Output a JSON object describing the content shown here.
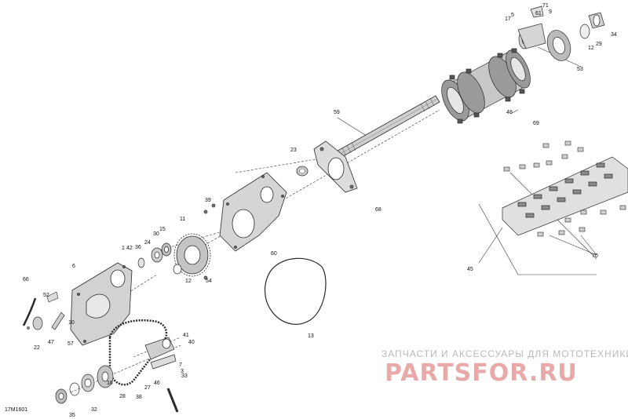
{
  "diagram_code": "17M1601",
  "watermark": {
    "line1": "ЗАПЧАСТИ И АКСЕССУАРЫ ДЛЯ МОТОТЕХНИКИ",
    "brand": "PARTSFOR.RU"
  },
  "callouts": [
    "1",
    "3",
    "5",
    "6",
    "7",
    "9",
    "10",
    "11",
    "12",
    "12",
    "13",
    "15",
    "16",
    "17",
    "22",
    "23",
    "24",
    "27",
    "28",
    "29",
    "30",
    "32",
    "33",
    "34",
    "35",
    "36",
    "38",
    "39",
    "40",
    "41",
    "42",
    "45",
    "46",
    "47",
    "48",
    "52",
    "53",
    "54",
    "57",
    "59",
    "60",
    "61",
    "66",
    "68",
    "69",
    "70",
    "71"
  ],
  "colors": {
    "line": "#2a2a2a",
    "part_fill": "#d9d9d9",
    "part_dark": "#8a8a8a",
    "watermark_red": "#e9a9a9",
    "watermark_grey": "#b9b9b9"
  }
}
